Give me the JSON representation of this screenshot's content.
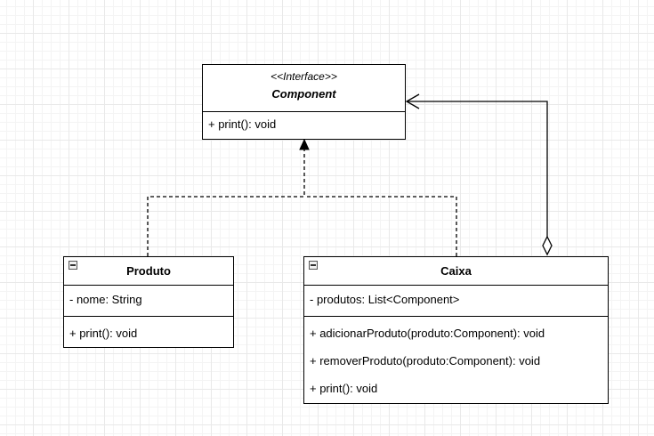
{
  "diagram": {
    "interface": {
      "stereotype": "<<Interface>>",
      "name": "Component",
      "methods": [
        "+ print(): void"
      ]
    },
    "classes": [
      {
        "name": "Produto",
        "attributes": [
          "- nome: String"
        ],
        "methods": [
          "+ print(): void"
        ]
      },
      {
        "name": "Caixa",
        "attributes": [
          "- produtos: List<Component>"
        ],
        "methods": [
          "+ adicionarProduto(produto:Component): void",
          "+ removerProduto(produto:Component): void",
          "+ print(): void"
        ]
      }
    ],
    "relations": [
      {
        "type": "realization",
        "from": "Produto",
        "to": "Component"
      },
      {
        "type": "realization",
        "from": "Caixa",
        "to": "Component"
      },
      {
        "type": "aggregation",
        "from": "Caixa",
        "to": "Component"
      }
    ]
  }
}
